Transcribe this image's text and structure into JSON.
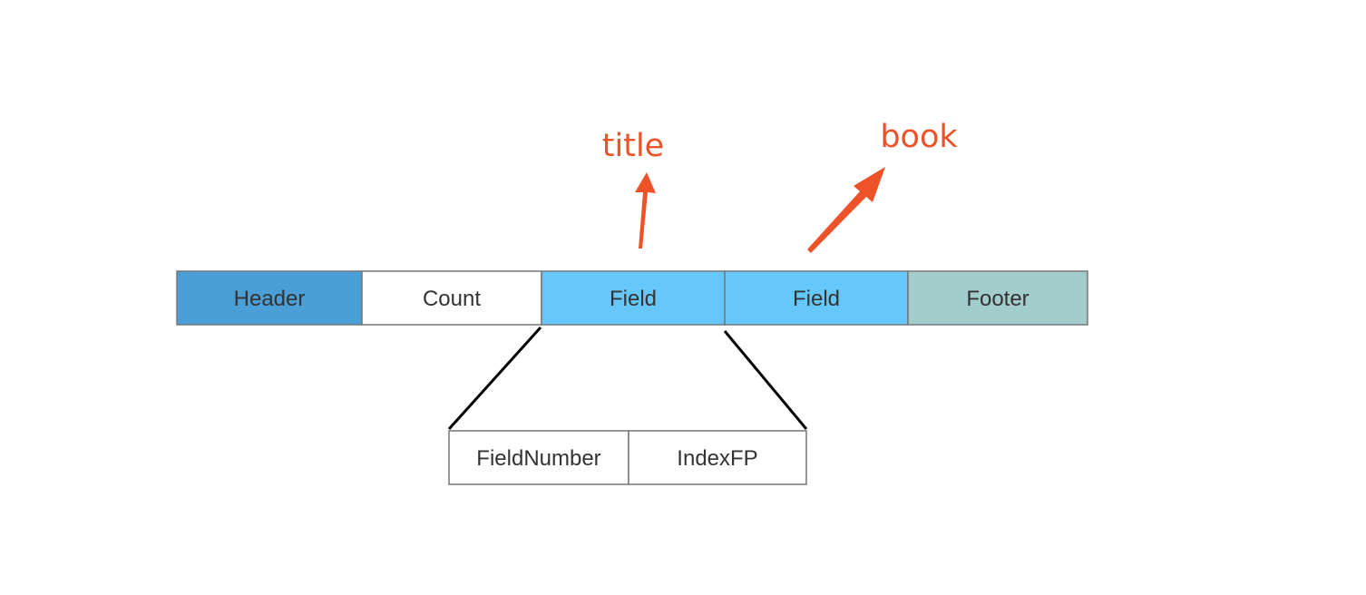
{
  "segments": [
    {
      "label": "Header",
      "color": "#4a9fd6"
    },
    {
      "label": "Count",
      "color": "#ffffff"
    },
    {
      "label": "Field",
      "color": "#66c8fa"
    },
    {
      "label": "Field",
      "color": "#66c8fa"
    },
    {
      "label": "Footer",
      "color": "#a3cccc"
    }
  ],
  "detail": [
    {
      "label": "FieldNumber",
      "color": "#ffffff"
    },
    {
      "label": "IndexFP",
      "color": "#ffffff"
    }
  ],
  "annotations": [
    {
      "label": "title",
      "points_to_segment": 2
    },
    {
      "label": "book",
      "points_to_segment": 3
    }
  ],
  "colors": {
    "border": "#777777",
    "annotation": "#ee5228",
    "connector": "#000000",
    "text": "#333333"
  }
}
